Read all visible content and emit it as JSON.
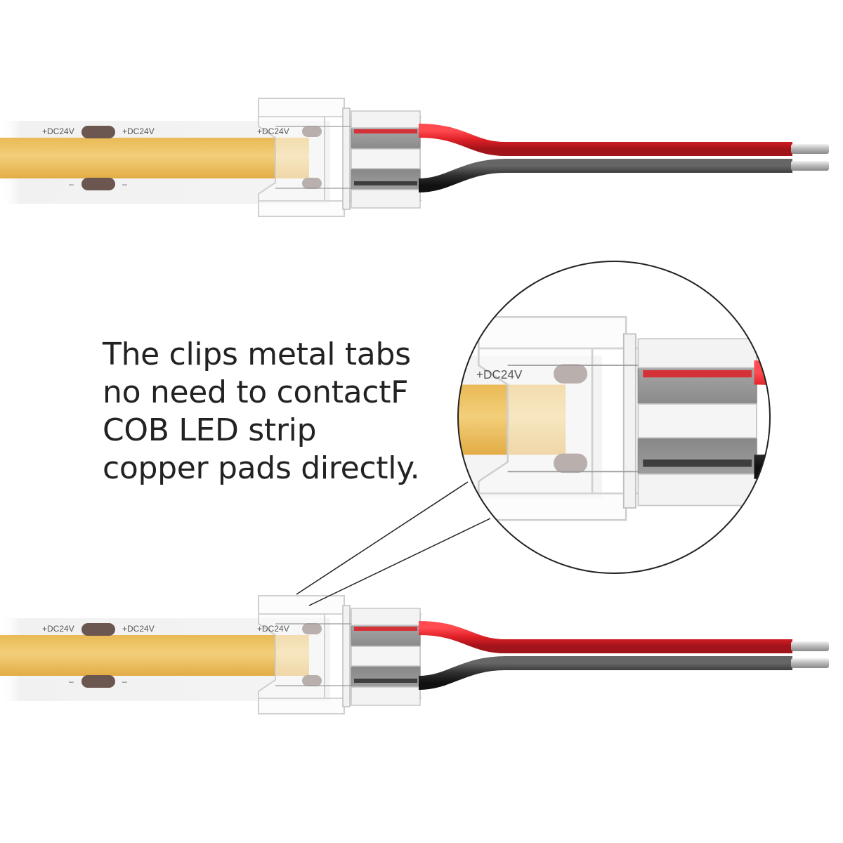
{
  "caption": {
    "lines": [
      "The clips metal tabs",
      "no need to contactF",
      "COB LED strip",
      "copper pads directly."
    ]
  },
  "strip": {
    "plus_label": "+DC24V",
    "minus_label": "–"
  },
  "colors": {
    "strip_body": "#f4f4f4",
    "cob_phosphor": "#efc56a",
    "copper_pad": "#6b5650",
    "red_wire": "#de1f26",
    "black_wire": "#2e2e2e",
    "wire_pin": "#c8c8c8",
    "clip_clear": "#fafafa",
    "clip_outline": "#cfcfcf",
    "gray_housing": "#8e8e8e",
    "caption_text": "#222222",
    "magnifier_line": "#222222"
  }
}
